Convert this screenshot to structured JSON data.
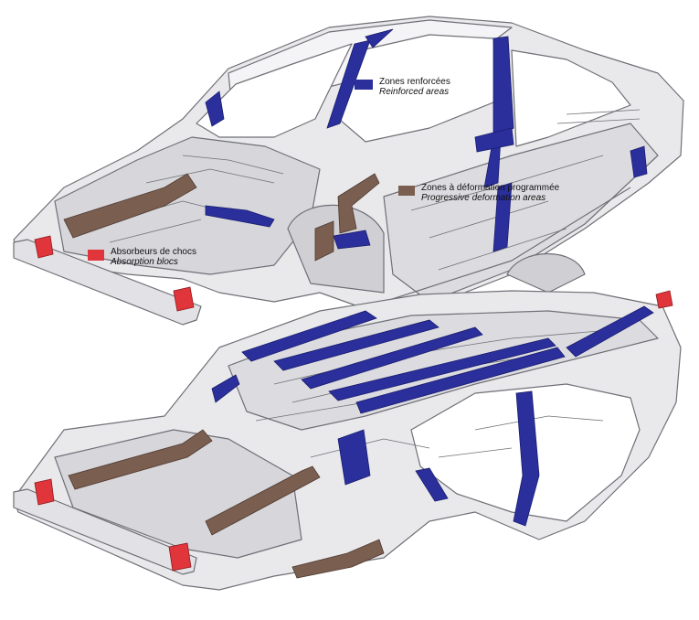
{
  "colors": {
    "reinforced": "#2a2f9c",
    "deformation": "#7a5e50",
    "absorption": "#e0353a",
    "body": "#e9e9ec",
    "outline": "#6f7076"
  },
  "legend": {
    "reinforced": {
      "fr": "Zones renforcées",
      "en": "Reinforced areas"
    },
    "deformation": {
      "fr": "Zones à déformation programmée",
      "en": "Progressive deformation areas"
    },
    "absorption": {
      "fr": "Absorbeurs de chocs",
      "en": "Absorption blocs"
    }
  }
}
